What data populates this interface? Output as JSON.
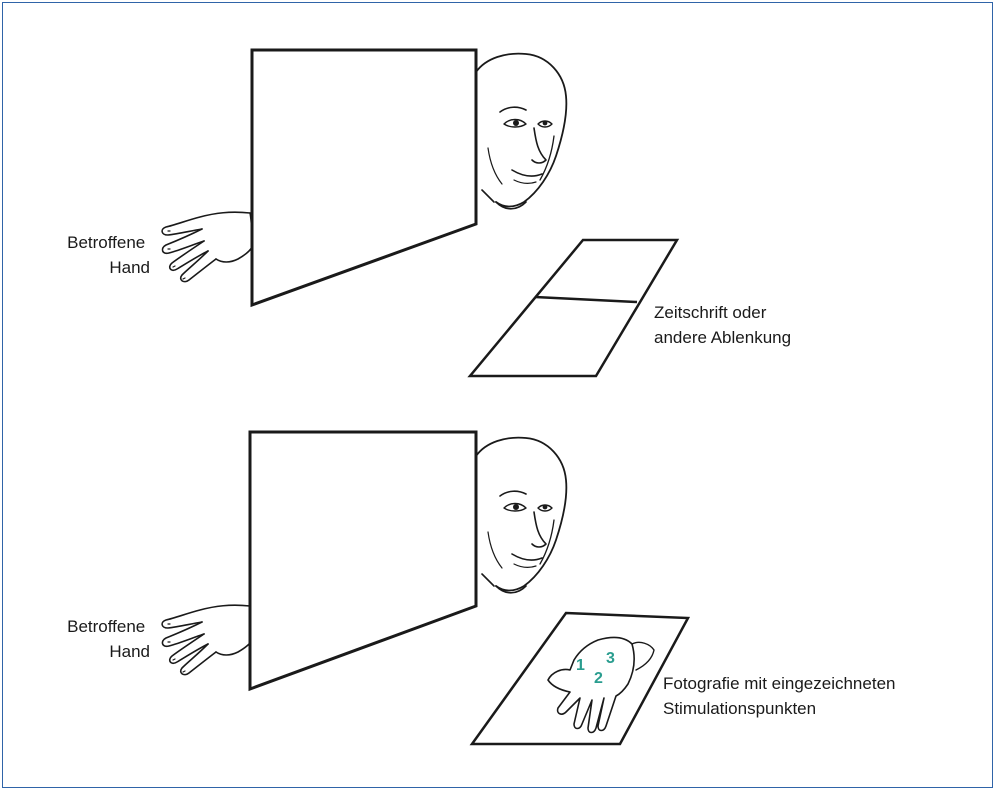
{
  "colors": {
    "border": "#2f64a8",
    "numbers": "#2a9d8f",
    "line": "#1a1a1a"
  },
  "panels": [
    {
      "hand_label": [
        "Betroffene",
        "Hand"
      ],
      "object_label": [
        "Zeitschrift oder",
        "andere Ablenkung"
      ]
    },
    {
      "hand_label": [
        "Betroffene",
        "Hand"
      ],
      "object_label": [
        "Fotografie mit eingezeichneten",
        "Stimulationspunkten"
      ],
      "points": [
        "1",
        "2",
        "3"
      ]
    }
  ]
}
